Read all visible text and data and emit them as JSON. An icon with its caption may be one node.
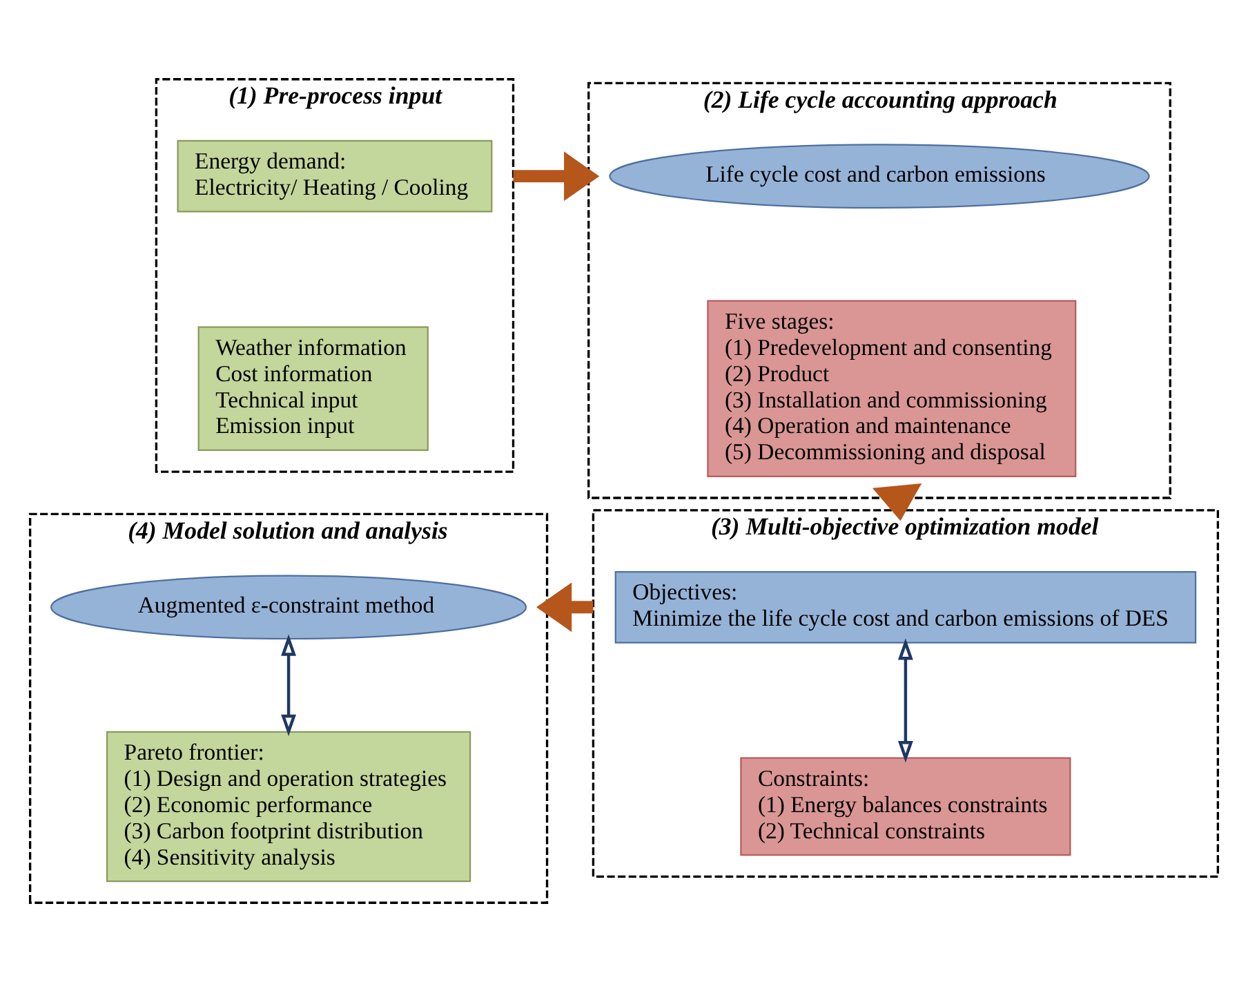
{
  "diagram": {
    "nodes": [
      {
        "text": [
          "(1) Pre-process input"
        ]
      },
      {
        "text": [
          "Energy demand:",
          "Electricity/ Heating / Cooling"
        ],
        "in": 0
      },
      {
        "text": [
          "Weather information",
          "Cost information",
          "Technical input",
          "Emission input"
        ],
        "in": 0
      },
      {
        "text": [
          "(2) Life cycle accounting approach"
        ]
      },
      {
        "text": [
          "Life cycle cost and carbon emissions"
        ],
        "in": 3
      },
      {
        "text": [
          "Five stages:",
          "(1) Predevelopment and consenting",
          "(2) Product",
          "(3) Installation and commissioning",
          "(4) Operation and maintenance",
          "(5) Decommissioning and disposal"
        ],
        "in": 3
      },
      {
        "text": [
          "(3) Multi-objective optimization model"
        ]
      },
      {
        "text": [
          "Objectives:",
          "Minimize the life cycle cost and carbon emissions of DES"
        ],
        "in": 6
      },
      {
        "text": [
          "Constraints:",
          "(1) Energy balances constraints",
          "(2) Technical constraints"
        ],
        "in": 6
      },
      {
        "text": [
          "(4) Model solution and analysis"
        ]
      },
      {
        "text": [
          "Augmented ε-constraint method"
        ],
        "in": 9
      },
      {
        "text": [
          "Pareto frontier:",
          "(1) Design and operation strategies",
          "(2) Economic performance",
          "(3) Carbon footprint distribution",
          "(4) Sensitivity analysis"
        ],
        "in": 9
      }
    ],
    "edges": [
      {
        "from": 0,
        "to": 3,
        "arrow": "to",
        "style": "thick",
        "color": "#b5561b"
      },
      {
        "from": 3,
        "to": 6,
        "arrow": "to",
        "style": "thick",
        "color": "#b5561b"
      },
      {
        "from": 6,
        "to": 9,
        "arrow": "to",
        "style": "thick",
        "color": "#b5561b"
      },
      {
        "from": 10,
        "to": 11,
        "arrow": "both",
        "color": "#1f3864"
      },
      {
        "from": 7,
        "to": 8,
        "arrow": "both",
        "color": "#1f3864"
      }
    ]
  }
}
